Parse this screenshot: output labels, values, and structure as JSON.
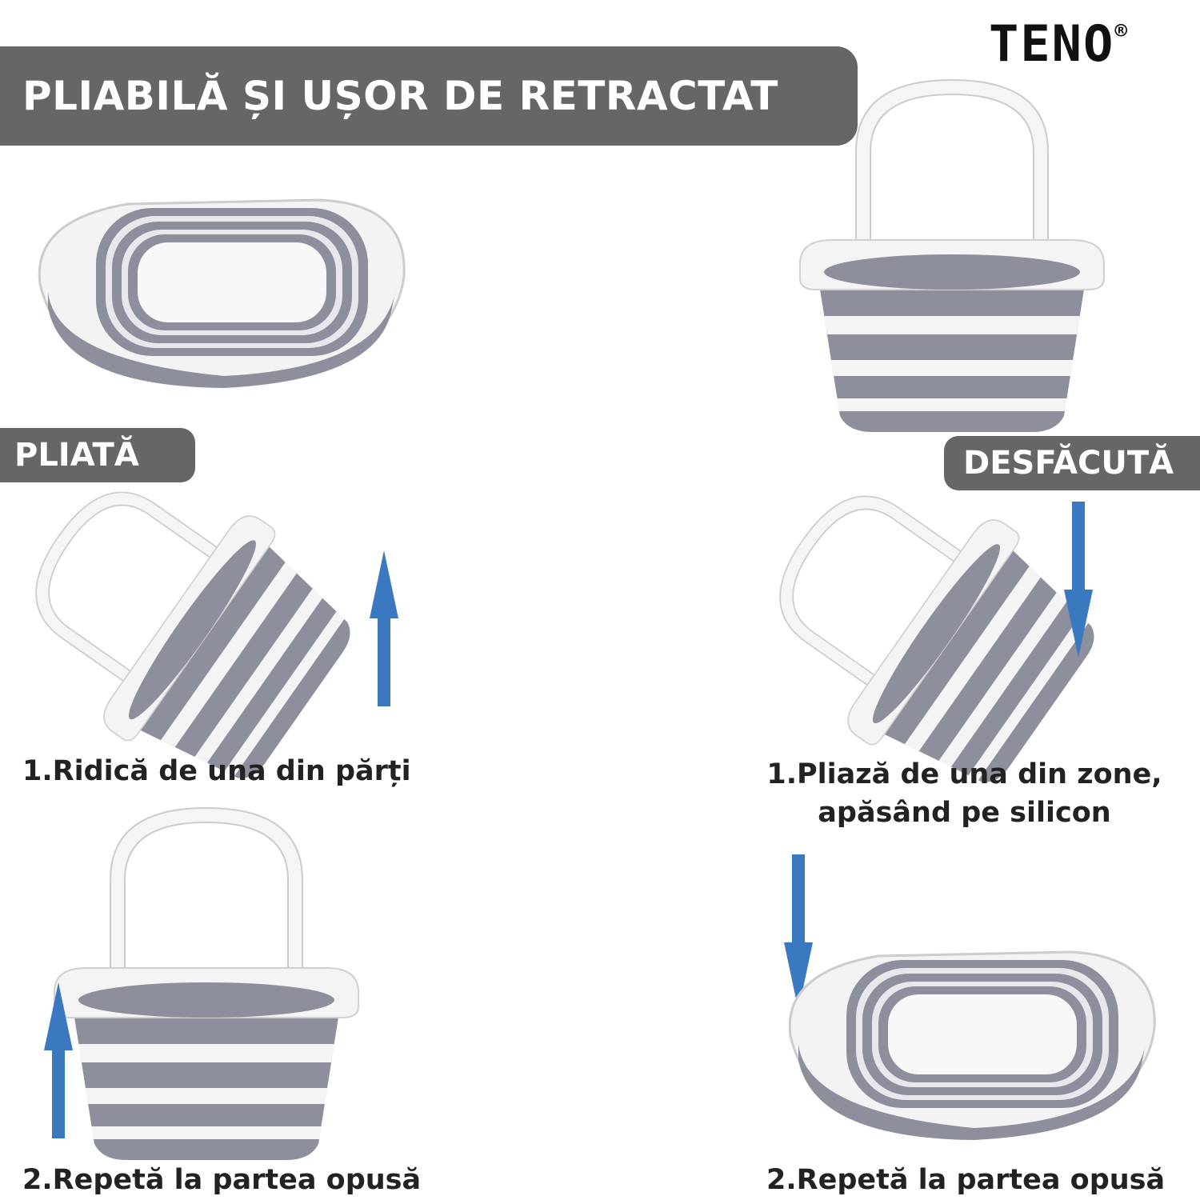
{
  "header": {
    "title": "PLIABILĂ ȘI UȘOR DE RETRACTAT"
  },
  "brand": {
    "logo_text": "TENO",
    "registered_mark": "®"
  },
  "folded": {
    "badge": "PLIATĂ",
    "steps": [
      "1.Ridică de una din părți",
      "2.Repetă la partea opusă"
    ]
  },
  "unfolded": {
    "badge": "DESFĂCUTĂ",
    "steps": [
      "1.Pliază de una din zone,",
      "apăsând pe silicon",
      "2.Repetă la partea opusă"
    ]
  },
  "colors": {
    "banner": "#666666",
    "arrow": "#3a78c0",
    "silicone": "#8e8f9c",
    "plastic": "#f4f4f4"
  }
}
